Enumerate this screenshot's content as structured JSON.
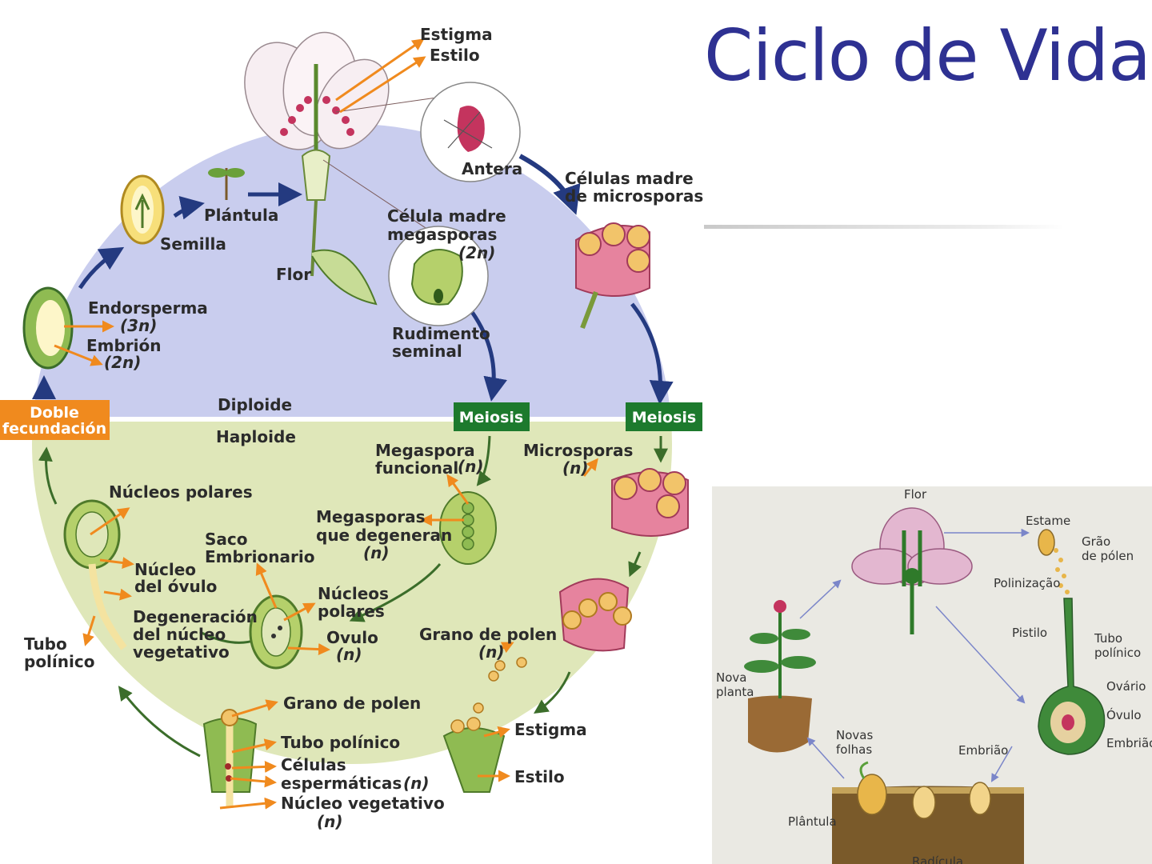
{
  "page": {
    "title": "Ciclo de Vida"
  },
  "colors": {
    "title": "#2e3192",
    "diploid_region": "#c9cdee",
    "haploid_region": "#dfe7b9",
    "cycle_arrow": "#243a80",
    "haploid_arrow": "#3b6d2a",
    "label_arrow": "#f08a1e",
    "meiosis_badge": "#1d7a2d",
    "fertilization_badge": "#f08a1e",
    "flower_pink": "#d9537a",
    "plant_green": "#4f8f2e"
  },
  "main_diagram": {
    "regions": {
      "diploid": "Diploide",
      "haploid": "Haploide"
    },
    "badges": {
      "meiosis_left": "Meiosis",
      "meiosis_right": "Meiosis",
      "fertilization_1": "Doble",
      "fertilization_2": "fecundación"
    },
    "labels": {
      "estigma_top": "Estigma",
      "estilo_top": "Estilo",
      "antera": "Antera",
      "celulas_madre_1": "Células madre",
      "celulas_madre_2": "de microsporas",
      "celula_madre_mega_1": "Célula madre",
      "celula_madre_mega_2": "megasporas",
      "celula_madre_mega_3": "(2n)",
      "plantula": "Plántula",
      "semilla": "Semilla",
      "flor": "Flor",
      "endosperma": "Endorsperma",
      "endosperma_n": "(3n)",
      "embrion": "Embrión",
      "embrion_n": "(2n)",
      "rudimento_1": "Rudimento",
      "rudimento_2": "seminal",
      "megaspora_funcional_1": "Megaspora",
      "megaspora_funcional_2": "funcional",
      "megaspora_funcional_n": "(n)",
      "microsporas": "Microsporas",
      "microsporas_n": "(n)",
      "nucleos_polares_top": "Núcleos polares",
      "megasporas_degeneran_1": "Megasporas",
      "megasporas_degeneran_2": "que degeneran",
      "megasporas_degeneran_n": "(n)",
      "saco_1": "Saco",
      "saco_2": "Embrionario",
      "nucleo_ovulo_1": "Núcleo",
      "nucleo_ovulo_2": "del óvulo",
      "nucleos_polares_1": "Núcleos",
      "nucleos_polares_2": "polares",
      "tubo_polinico_1": "Tubo",
      "tubo_polinico_2": "polínico",
      "degeneracion_1": "Degeneración",
      "degeneracion_2": "del núcleo",
      "degeneracion_3": "vegetativo",
      "ovulo": "Ovulo",
      "ovulo_n": "(n)",
      "grano_polen_right": "Grano de polen",
      "grano_polen_right_n": "(n)",
      "grano_polen_bottom": "Grano de polen",
      "tubo_polinico_bottom": "Tubo  polínico",
      "celulas_esp_1": "Células",
      "celulas_esp_2": "espermáticas",
      "celulas_esp_n": "(n)",
      "nucleo_vegetativo": "Núcleo vegetativo",
      "nucleo_vegetativo_n": "(n)",
      "estigma_bottom": "Estigma",
      "estilo_bottom": "Estilo"
    }
  },
  "inset_diagram": {
    "labels": {
      "flor": "Flor",
      "estame": "Estame",
      "grao_1": "Grão",
      "grao_2": "de pólen",
      "polinizacao": "Polinização",
      "pistilo": "Pistilo",
      "tubo_1": "Tubo",
      "tubo_2": "polínico",
      "ovario": "Ovário",
      "ovulo": "Óvulo",
      "embriao_right": "Embrião",
      "embriao_mid": "Embrião",
      "nova_planta_1": "Nova",
      "nova_planta_2": "planta",
      "novas_folhas_1": "Novas",
      "novas_folhas_2": "folhas",
      "plantula": "Plântula",
      "radicula": "Radícula"
    }
  }
}
